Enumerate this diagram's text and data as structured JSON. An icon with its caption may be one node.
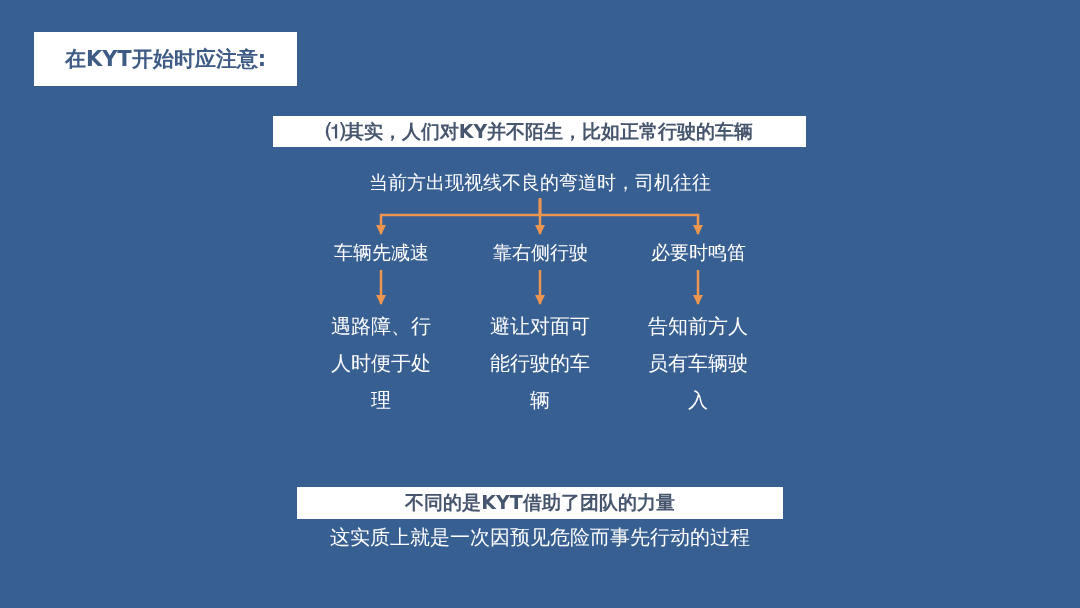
{
  "diagram": {
    "title": "在KYT开始时应注意:",
    "nodes": [
      {
        "text": [
          "⑴其实，人们对KY并不陌生，比如正常行驶的车辆"
        ]
      },
      {
        "text": [
          "当前方出现视线不良的弯道时，司机往往"
        ]
      },
      {
        "text": [
          "车辆先减速"
        ]
      },
      {
        "text": [
          "靠右侧行驶"
        ]
      },
      {
        "text": [
          "必要时鸣笛"
        ]
      },
      {
        "text": [
          "遇路障、行人时便于处理"
        ]
      },
      {
        "text": [
          "避让对面可能行驶的车辆"
        ]
      },
      {
        "text": [
          "告知前方人员有车辆驶入"
        ]
      },
      {
        "text": [
          "不同的是KYT借助了团队的力量"
        ],
        "beside": [
          "这实质上就是一次因预见危险而事先行动的过程"
        ]
      }
    ],
    "edges": [
      {
        "from": 1,
        "to": 2,
        "arrow": "to"
      },
      {
        "from": 1,
        "to": 3,
        "arrow": "to"
      },
      {
        "from": 1,
        "to": 4,
        "arrow": "to"
      },
      {
        "from": 2,
        "to": 5,
        "arrow": "to"
      },
      {
        "from": 3,
        "to": 6,
        "arrow": "to"
      },
      {
        "from": 4,
        "to": 7,
        "arrow": "to"
      }
    ]
  }
}
